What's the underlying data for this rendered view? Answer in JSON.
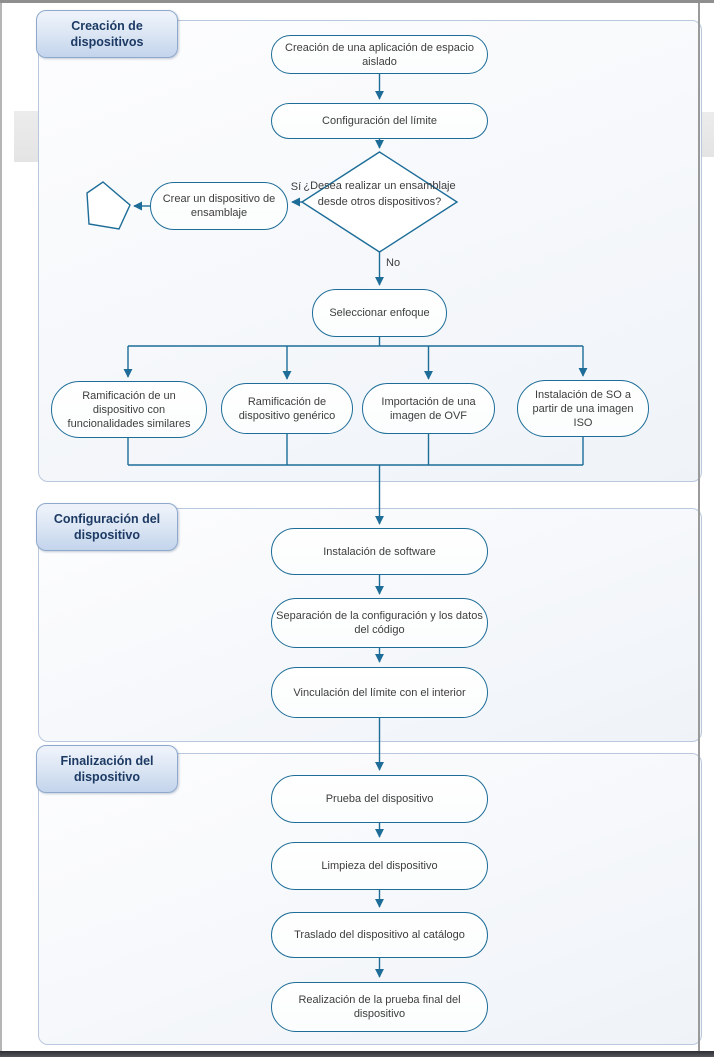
{
  "sections": [
    {
      "title": "Creación de dispositivos"
    },
    {
      "title": "Configuración del dispositivo"
    },
    {
      "title": "Finalización del dispositivo"
    }
  ],
  "nodes": {
    "sandbox_app": "Creación de una aplicación de espacio aislado",
    "boundary_config": "Configuración del límite",
    "decision_assembly": "¿Desea realizar un ensamblaje desde otros dispositivos?",
    "create_assembly": "Crear un dispositivo de ensamblaje",
    "select_approach": "Seleccionar enfoque",
    "branch_similar": "Ramificación de un dispositivo con funcionalidades similares",
    "branch_generic": "Ramificación de dispositivo genérico",
    "import_ovf": "Importación de una imagen de OVF",
    "install_os": "Instalación de SO a partir de una imagen ISO",
    "install_software": "Instalación de software",
    "separate_config": "Separación de la configuración y los datos del código",
    "link_boundary": "Vinculación del límite con el interior",
    "test_device": "Prueba del dispositivo",
    "clean_device": "Limpieza del dispositivo",
    "move_catalog": "Traslado del dispositivo al catálogo",
    "final_test": "Realización de la prueba final del dispositivo"
  },
  "edge_labels": {
    "yes": "Sí",
    "no": "No"
  },
  "colors": {
    "shape_stroke": "#1d6d98",
    "connector": "#1d6d98",
    "section_border": "#bac8de",
    "section_fill_start": "#fdfdfe",
    "section_fill_end": "#eff3f8",
    "header_text": "#1c3a63",
    "header_border": "#8fa9cc",
    "header_fill_start": "#edf2fa",
    "header_fill_end": "#c3d4ec",
    "node_text": "#3d3d3d"
  }
}
